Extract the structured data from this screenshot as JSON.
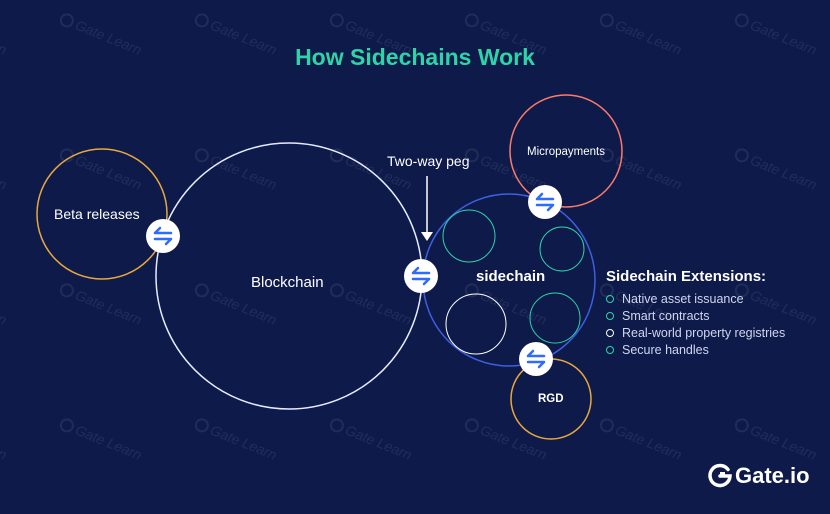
{
  "title": "How Sidechains Work",
  "labels": {
    "beta_releases": "Beta releases",
    "blockchain": "Blockchain",
    "two_way_peg": "Two-way peg",
    "sidechain": "sidechain",
    "micropayments": "Micropayments",
    "rgd": "RGD"
  },
  "extensions": {
    "title": "Sidechain Extensions:",
    "items": [
      {
        "label": "Native asset issuance",
        "color": "#2fd3a8"
      },
      {
        "label": "Smart contracts",
        "color": "#2fd3a8"
      },
      {
        "label": "Real-world property registries",
        "color": "#ffffff"
      },
      {
        "label": "Secure handles",
        "color": "#2fd3a8"
      }
    ]
  },
  "watermark": "Gate Learn",
  "brand": "Gate.io",
  "colors": {
    "background": "#0e1a4a",
    "title": "#2fd3a8",
    "beta_circle": "#e8a93c",
    "blockchain_circle": "#e6ecff",
    "sidechain_circle": "#3d5fe0",
    "micropayments_circle": "#ff7a6b",
    "rgd_circle": "#e8a93c",
    "peg_icon": "#2f6bff"
  },
  "icons": [
    "exchange-arrows-icon",
    "down-arrow-icon",
    "gate-logo-icon"
  ]
}
